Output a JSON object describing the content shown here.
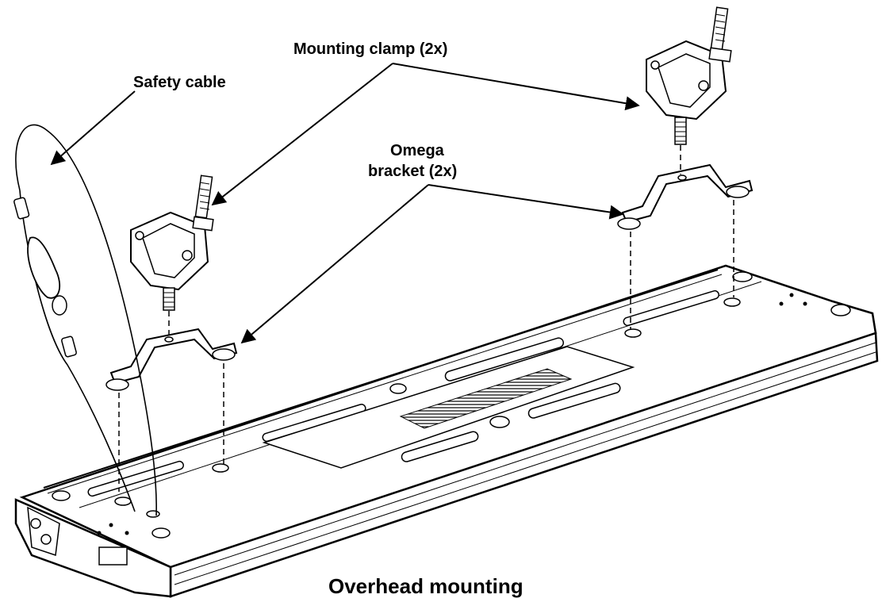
{
  "labels": {
    "mounting_clamp": "Mounting clamp (2x)",
    "safety_cable": "Safety cable",
    "omega_line1": "Omega",
    "omega_line2": "bracket (2x)"
  },
  "caption": "Overhead mounting",
  "colors": {
    "ink": "#000000",
    "paper": "#ffffff",
    "shade": "#e8e8e8"
  }
}
